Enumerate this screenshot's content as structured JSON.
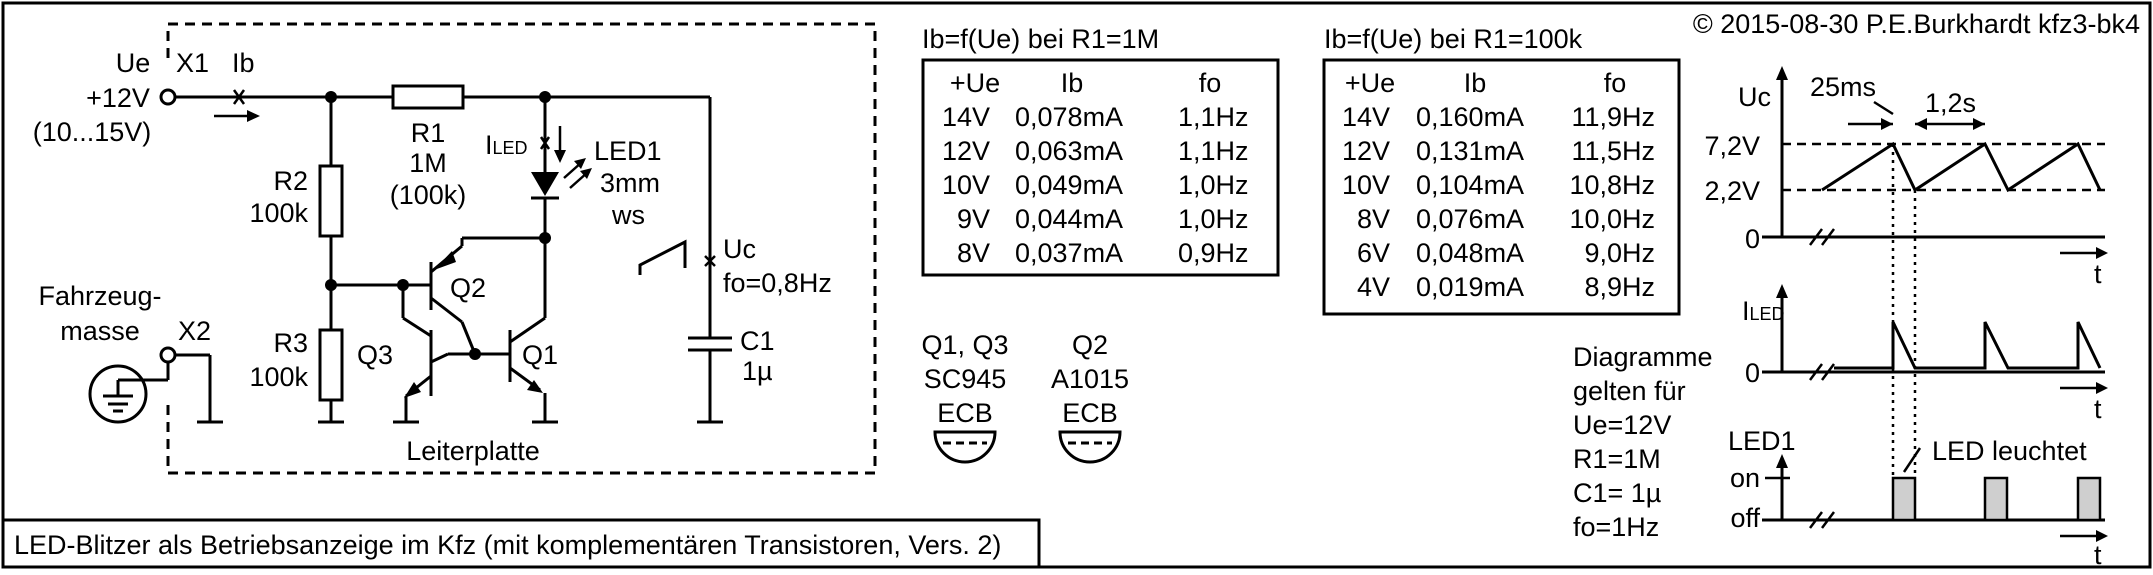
{
  "copyright": "© 2015-08-30 P.E.Burkhardt kfz3-bk4",
  "caption": "LED-Blitzer als Betriebsanzeige im Kfz (mit komplementären Transistoren, Vers. 2)",
  "schematic": {
    "ue_label": "Ue",
    "ue_voltage": "+12V",
    "ue_range": "(10...15V)",
    "x1": "X1",
    "ib": "Ib",
    "fahrzeug_line1": "Fahrzeug-",
    "fahrzeug_line2": "masse",
    "x2": "X2",
    "r1_name": "R1",
    "r1_value": "1M",
    "r1_alt": "(100k)",
    "r2_name": "R2",
    "r2_value": "100k",
    "r3_name": "R3",
    "r3_value": "100k",
    "iled_main": "I",
    "iled_sub": "LED",
    "led_name": "LED1",
    "led_size": "3mm",
    "led_color": "ws",
    "uc": "Uc",
    "fo": "fo=0,8Hz",
    "c1_name": "C1",
    "c1_value": "1µ",
    "q1": "Q1",
    "q2": "Q2",
    "q3": "Q3",
    "board": "Leiterplatte"
  },
  "table1": {
    "title": "Ib=f(Ue) bei R1=1M",
    "headers": [
      "+Ue",
      "Ib",
      "fo"
    ],
    "rows": [
      [
        "14V",
        "0,078mA",
        "1,1Hz"
      ],
      [
        "12V",
        "0,063mA",
        "1,1Hz"
      ],
      [
        "10V",
        "0,049mA",
        "1,0Hz"
      ],
      [
        "9V",
        "0,044mA",
        "1,0Hz"
      ],
      [
        "8V",
        "0,037mA",
        "0,9Hz"
      ]
    ]
  },
  "table2": {
    "title": "Ib=f(Ue) bei R1=100k",
    "headers": [
      "+Ue",
      "Ib",
      "fo"
    ],
    "rows": [
      [
        "14V",
        "0,160mA",
        "11,9Hz"
      ],
      [
        "12V",
        "0,131mA",
        "11,5Hz"
      ],
      [
        "10V",
        "0,104mA",
        "10,8Hz"
      ],
      [
        "8V",
        "0,076mA",
        "10,0Hz"
      ],
      [
        "6V",
        "0,048mA",
        "9,0Hz"
      ],
      [
        "4V",
        "0,019mA",
        "8,9Hz"
      ]
    ]
  },
  "pinouts": [
    {
      "types": "Q1, Q3",
      "part": "SC945",
      "pins": "ECB"
    },
    {
      "types": "Q2",
      "part": "A1015",
      "pins": "ECB"
    }
  ],
  "conditions": [
    "Diagramme",
    "gelten für",
    "Ue=12V",
    "R1=1M",
    "C1= 1µ",
    "fo=1Hz"
  ],
  "timing": {
    "uc_label": "Uc",
    "t25": "25ms",
    "t12": "1,2s",
    "v72": "7,2V",
    "v22": "2,2V",
    "zero": "0",
    "t": "t",
    "iled_main": "I",
    "iled_sub": "LED",
    "led1": "LED1",
    "on": "on",
    "off": "off",
    "led_note": "LED leuchtet"
  }
}
